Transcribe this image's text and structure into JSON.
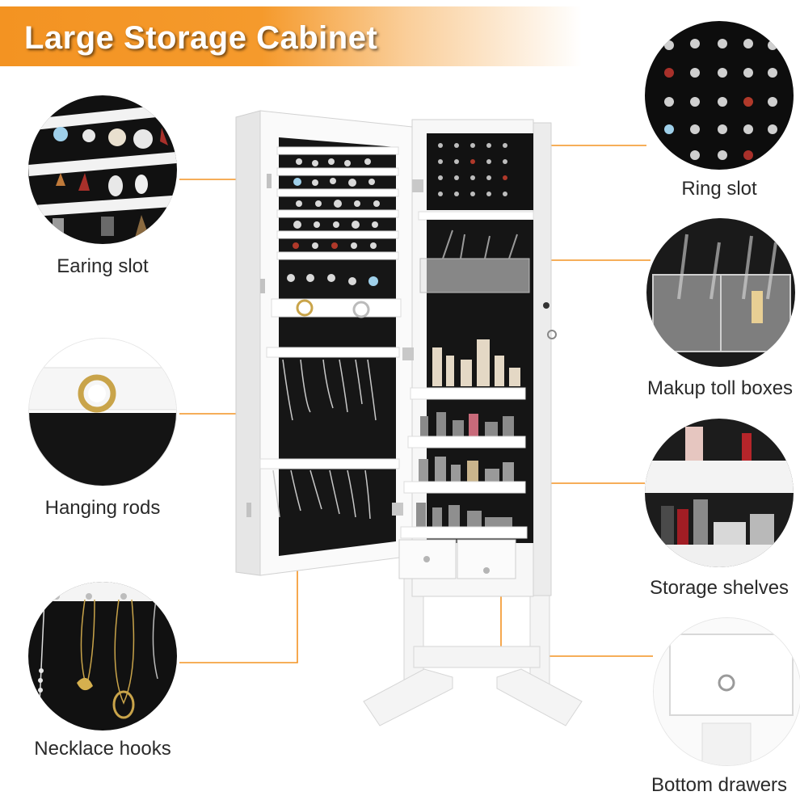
{
  "title": "Large Storage Cabinet",
  "accent_color": "#f39322",
  "features_left": [
    {
      "label": "Earing slot",
      "icon": "earring-closeup"
    },
    {
      "label": "Hanging rods",
      "icon": "hanging-rod-closeup"
    },
    {
      "label": "Necklace hooks",
      "icon": "necklace-closeup"
    }
  ],
  "features_right": [
    {
      "label": "Ring slot",
      "icon": "ring-closeup"
    },
    {
      "label": "Makup toll boxes",
      "icon": "makeup-box-closeup"
    },
    {
      "label": "Storage shelves",
      "icon": "shelf-closeup"
    },
    {
      "label": "Bottom drawers",
      "icon": "drawer-closeup"
    }
  ]
}
